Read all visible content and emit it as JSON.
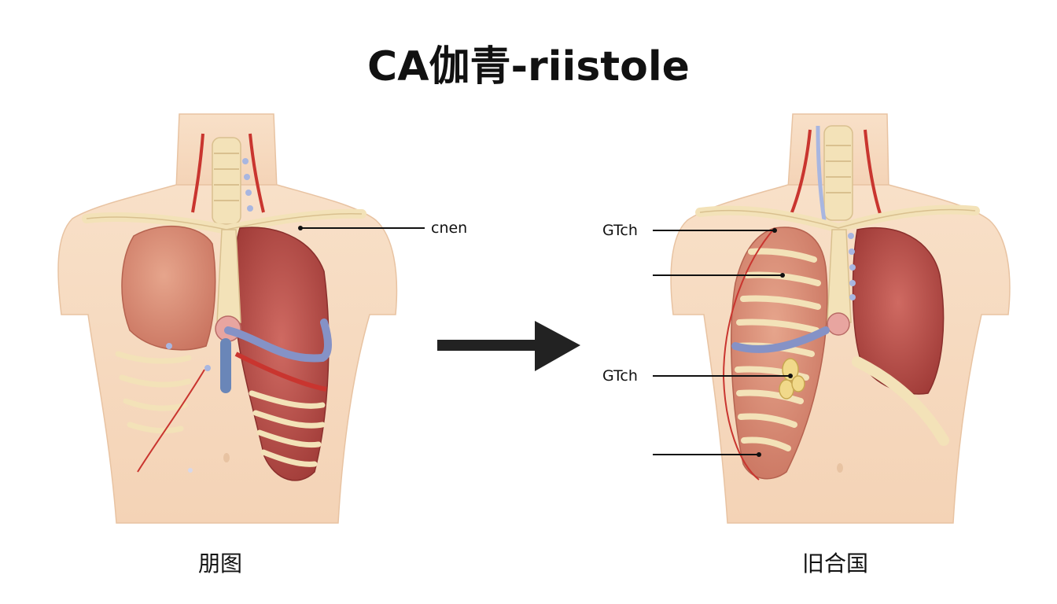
{
  "title": "CA伽青-riistole",
  "left_panel": {
    "caption": "朋图",
    "callouts": [
      "cnen"
    ]
  },
  "right_panel": {
    "caption": "旧合国",
    "callouts": [
      "GTch",
      "GTch"
    ]
  },
  "colors": {
    "skin": "#f6d9bd",
    "bone": "#f3e2b8",
    "lung_left": "#d98f78",
    "lung_right": "#b84a48",
    "vessel_blue": "#7f92c8",
    "vessel_red": "#c9352f",
    "arrow": "#222222"
  }
}
